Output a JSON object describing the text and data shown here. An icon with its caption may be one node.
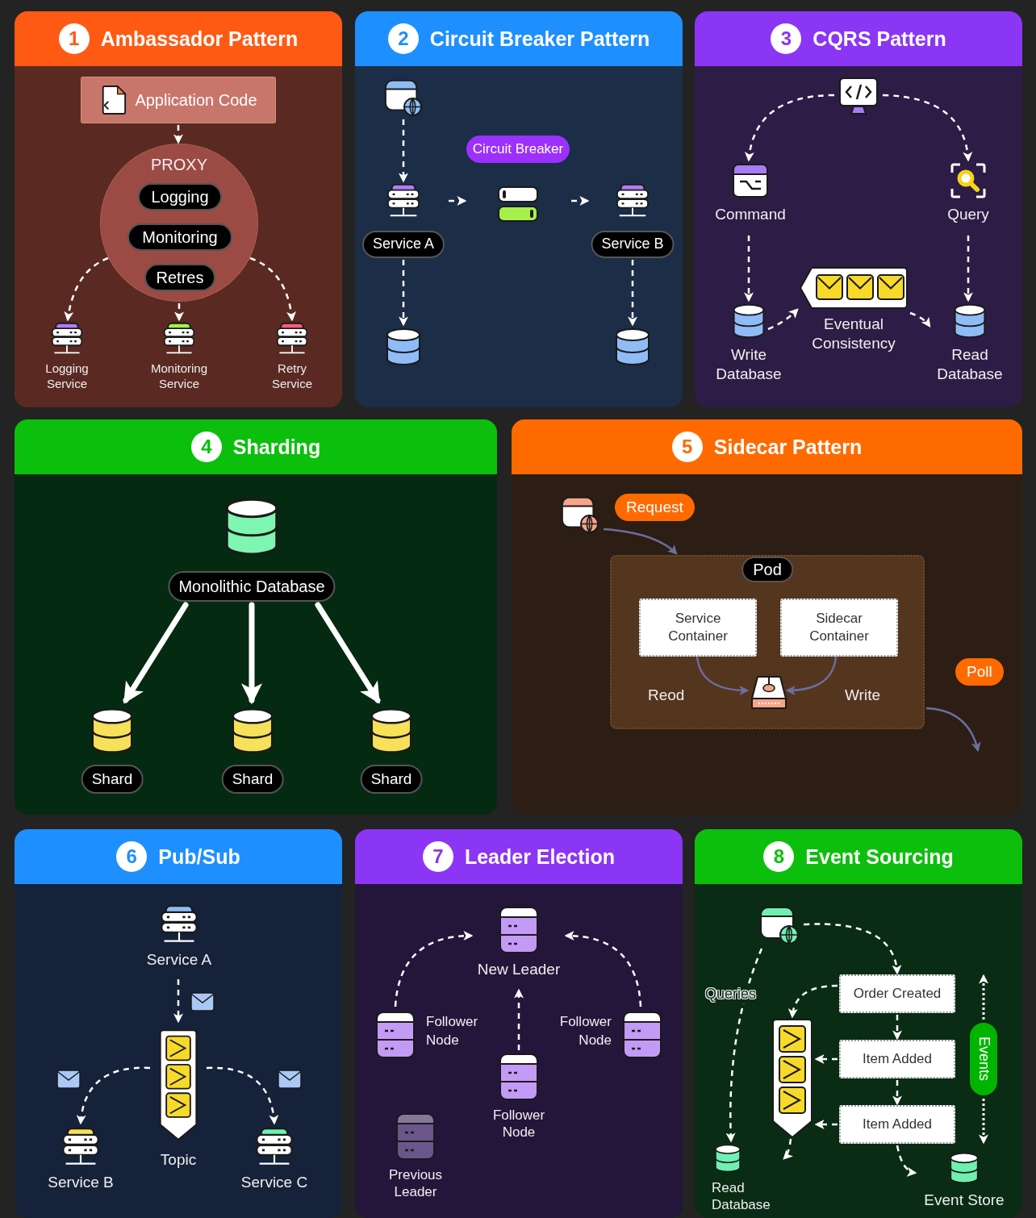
{
  "diagram": {
    "nodes": [
      {
        "text": [
          "1",
          "Ambassador Pattern"
        ]
      },
      {
        "text": [
          "Application Code"
        ],
        "in": 0
      },
      {
        "text": [
          "PROXY"
        ],
        "in": 0
      },
      {
        "text": [
          "Logging"
        ],
        "in": 2
      },
      {
        "text": [
          "Monitoring"
        ],
        "in": 2
      },
      {
        "text": [
          "Retres"
        ],
        "in": 2
      },
      {
        "text": [
          "Logging Service"
        ],
        "in": 0
      },
      {
        "text": [
          "Monitoring Service"
        ],
        "in": 0
      },
      {
        "text": [
          "Retry Service"
        ],
        "in": 0
      },
      {
        "text": [
          "2",
          "Circuit Breaker Pattern"
        ]
      },
      {
        "text": [],
        "shape": "window",
        "in": 9
      },
      {
        "text": [
          "Service A"
        ],
        "in": 9
      },
      {
        "text": [
          "Circuit Breaker"
        ],
        "in": 9
      },
      {
        "text": [
          "Service B"
        ],
        "in": 9
      },
      {
        "text": [],
        "shape": "cylinder",
        "in": 9
      },
      {
        "text": [],
        "shape": "cylinder",
        "in": 9
      },
      {
        "text": [
          "3",
          "CQRS Pattern"
        ]
      },
      {
        "text": [],
        "shape": "monitor",
        "in": 16
      },
      {
        "text": [
          "Command"
        ],
        "in": 16
      },
      {
        "text": [
          "Query"
        ],
        "in": 16
      },
      {
        "text": [
          "Write Database"
        ],
        "in": 16
      },
      {
        "text": [
          "Eventual Consistency"
        ],
        "in": 16
      },
      {
        "text": [
          "Read Database"
        ],
        "in": 16
      },
      {
        "text": [
          "4",
          "Sharding"
        ]
      },
      {
        "text": [
          "Monolithic Database"
        ],
        "in": 23
      },
      {
        "text": [
          "Shard"
        ],
        "in": 23
      },
      {
        "text": [
          "Shard"
        ],
        "in": 23
      },
      {
        "text": [
          "Shard"
        ],
        "in": 23
      },
      {
        "text": [
          "5",
          "Sidecar Pattern"
        ]
      },
      {
        "text": [],
        "shape": "window",
        "in": 28
      },
      {
        "text": [
          "Pod"
        ],
        "in": 28
      },
      {
        "text": [
          "Service Container"
        ],
        "in": 30
      },
      {
        "text": [
          "Sidecar Container"
        ],
        "in": 30
      },
      {
        "text": [],
        "shape": "drive",
        "in": 30
      },
      {
        "text": [
          "6",
          "Pub/Sub"
        ]
      },
      {
        "text": [
          "Service A"
        ],
        "in": 34
      },
      {
        "text": [
          "Topic"
        ],
        "in": 34
      },
      {
        "text": [
          "Service B"
        ],
        "in": 34
      },
      {
        "text": [
          "Service C"
        ],
        "in": 34
      },
      {
        "text": [
          "7",
          "Leader Election"
        ]
      },
      {
        "text": [
          "New Leader"
        ],
        "in": 39
      },
      {
        "text": [
          "Follower Node"
        ],
        "in": 39
      },
      {
        "text": [
          "Follower Node"
        ],
        "in": 39
      },
      {
        "text": [
          "Follower Node"
        ],
        "in": 39
      },
      {
        "text": [
          "Previous Leader"
        ],
        "in": 39
      },
      {
        "text": [
          "8",
          "Event Sourcing"
        ]
      },
      {
        "text": [],
        "shape": "window",
        "in": 45
      },
      {
        "text": [
          "Order Created"
        ],
        "in": 45
      },
      {
        "text": [],
        "shape": "queue",
        "in": 45
      },
      {
        "text": [
          "Item Added"
        ],
        "in": 45
      },
      {
        "text": [
          "Item Added"
        ],
        "in": 45
      },
      {
        "text": [
          "Read Database"
        ],
        "in": 45
      },
      {
        "text": [
          "Event Store"
        ],
        "in": 45
      }
    ],
    "edges": [
      {
        "from": 1,
        "to": 2,
        "arrow": "to",
        "style": "dashed"
      },
      {
        "from": 2,
        "to": 6,
        "arrow": "to",
        "style": "dashed"
      },
      {
        "from": 2,
        "to": 7,
        "arrow": "to",
        "style": "dashed"
      },
      {
        "from": 2,
        "to": 8,
        "arrow": "to",
        "style": "dashed"
      },
      {
        "from": 10,
        "to": 11,
        "arrow": "to",
        "style": "dashed"
      },
      {
        "from": 11,
        "to": 12,
        "arrow": "to",
        "style": "dashed"
      },
      {
        "from": 12,
        "to": 13,
        "arrow": "to",
        "style": "dashed"
      },
      {
        "from": 11,
        "to": 14,
        "arrow": "to",
        "style": "dashed"
      },
      {
        "from": 13,
        "to": 15,
        "arrow": "to",
        "style": "dashed"
      },
      {
        "from": 17,
        "to": 18,
        "arrow": "to",
        "style": "dashed"
      },
      {
        "from": 17,
        "to": 19,
        "arrow": "to",
        "style": "dashed"
      },
      {
        "from": 18,
        "to": 20,
        "arrow": "to",
        "style": "dashed"
      },
      {
        "from": 19,
        "to": 22,
        "arrow": "to",
        "style": "dashed"
      },
      {
        "from": 20,
        "to": 21,
        "arrow": "to",
        "style": "dashed"
      },
      {
        "from": 21,
        "to": 22,
        "arrow": "to",
        "style": "dashed"
      },
      {
        "from": 24,
        "to": 25,
        "arrow": "to",
        "style": "thick"
      },
      {
        "from": 24,
        "to": 26,
        "arrow": "to",
        "style": "thick"
      },
      {
        "from": 24,
        "to": 27,
        "arrow": "to",
        "style": "thick"
      },
      {
        "from": 29,
        "to": 30,
        "arrow": "to",
        "label": "Request",
        "color": "#6b6f9e"
      },
      {
        "from": 31,
        "to": 33,
        "arrow": "to",
        "label": "Reod",
        "color": "#6b6f9e"
      },
      {
        "from": 32,
        "to": 33,
        "arrow": "to",
        "label": "Write",
        "color": "#6b6f9e"
      },
      {
        "from": 30,
        "to": null,
        "arrow": "to",
        "label": "Poll",
        "color": "#6b6f9e"
      },
      {
        "from": 35,
        "to": 36,
        "arrow": "to",
        "style": "dashed"
      },
      {
        "from": 36,
        "to": 37,
        "arrow": "to",
        "style": "dashed"
      },
      {
        "from": 36,
        "to": 38,
        "arrow": "to",
        "style": "dashed"
      },
      {
        "from": 41,
        "to": 40,
        "arrow": "to",
        "style": "dashed"
      },
      {
        "from": 42,
        "to": 40,
        "arrow": "to",
        "style": "dashed"
      },
      {
        "from": 43,
        "to": 40,
        "arrow": "to",
        "style": "dashed"
      },
      {
        "from": 46,
        "to": 47,
        "arrow": "to",
        "style": "dashed"
      },
      {
        "from": 46,
        "to": 51,
        "arrow": "to",
        "label": "Queries",
        "style": "dashed"
      },
      {
        "from": 47,
        "to": 48,
        "arrow": "to",
        "style": "dashed"
      },
      {
        "from": 47,
        "to": 49,
        "arrow": "to",
        "style": "dashed"
      },
      {
        "from": 49,
        "to": 48,
        "arrow": "to",
        "style": "dashed"
      },
      {
        "from": 49,
        "to": 50,
        "arrow": "to",
        "style": "dashed"
      },
      {
        "from": 50,
        "to": 48,
        "arrow": "to",
        "style": "dashed"
      },
      {
        "from": 48,
        "to": 51,
        "arrow": "to",
        "style": "dashed"
      },
      {
        "from": 50,
        "to": 52,
        "arrow": "to",
        "style": "dashed"
      }
    ],
    "labels": [
      "Events"
    ]
  }
}
